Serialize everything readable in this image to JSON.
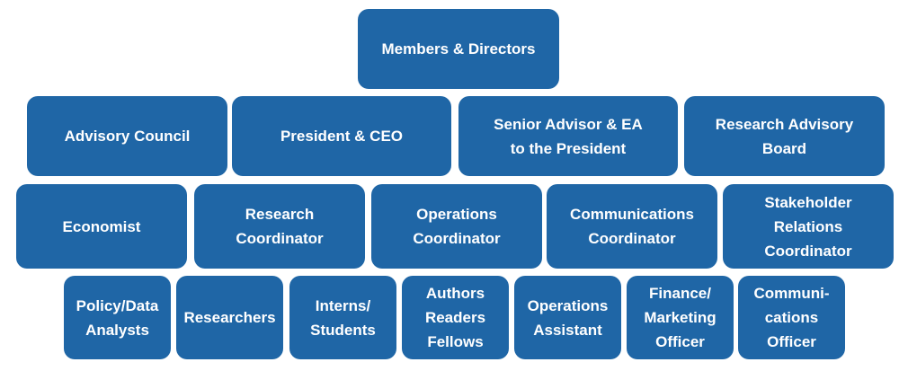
{
  "org_chart": {
    "top": "Members & Directors",
    "row2": {
      "advisory_council": "Advisory Council",
      "president": "President & CEO",
      "senior_advisor": "Senior Advisor & EA\nto the President",
      "research_advisory_board": "Research Advisory\nBoard"
    },
    "row3": {
      "economist": "Economist",
      "research_coordinator": "Research\nCoordinator",
      "operations_coordinator": "Operations\nCoordinator",
      "communications_coordinator": "Communications\nCoordinator",
      "stakeholder_relations_coordinator": "Stakeholder\nRelations\nCoordinator"
    },
    "row4": {
      "policy_data_analysts": "Policy/Data\nAnalysts",
      "researchers": "Researchers",
      "interns_students": "Interns/\nStudents",
      "authors_readers_fellows": "Authors\nReaders\nFellows",
      "operations_assistant": "Operations\nAssistant",
      "finance_marketing_officer": "Finance/\nMarketing\nOfficer",
      "communications_officer": "Communi-\ncations\nOfficer"
    }
  },
  "colors": {
    "box_fill": "#1f66a6",
    "text": "#ffffff",
    "background": "#ffffff"
  }
}
